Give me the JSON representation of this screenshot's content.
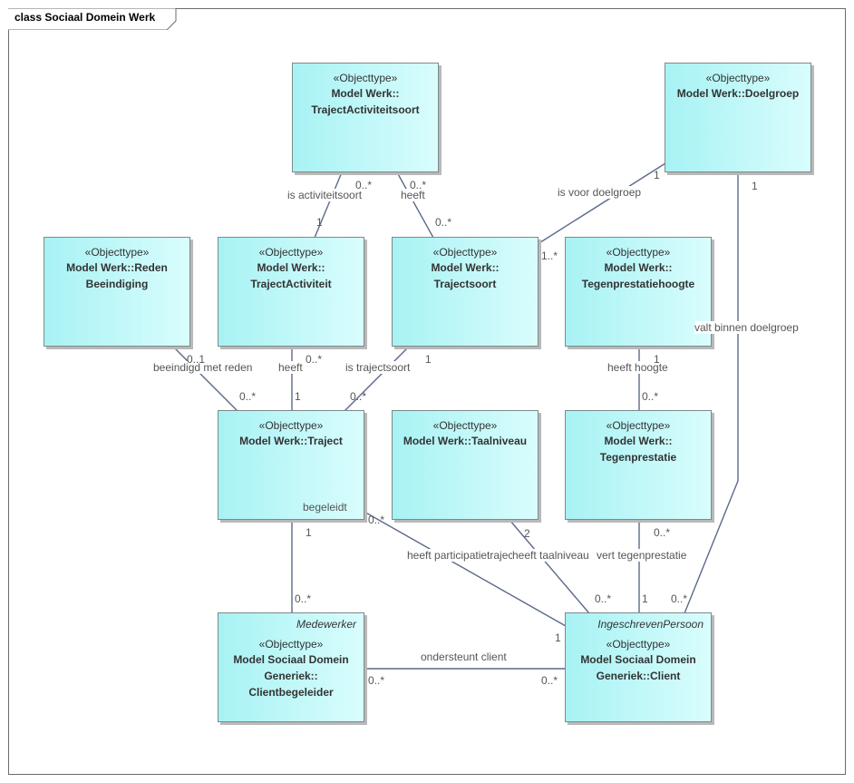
{
  "diagram": {
    "title": "class Sociaal Domein Werk",
    "stereotype": "«Objecttype»",
    "classes": {
      "trajectActiviteitsoort": {
        "name": "Model Werk::\nTrajectActiviteitsoort"
      },
      "doelgroep": {
        "name": "Model Werk::Doelgroep"
      },
      "redenBeeindiging": {
        "name": "Model Werk::Reden\nBeeindiging"
      },
      "trajectActiviteit": {
        "name": "Model Werk::\nTrajectActiviteit"
      },
      "trajectsoort": {
        "name": "Model Werk::\nTrajectsoort"
      },
      "tegenprestatiehoogte": {
        "name": "Model Werk::\nTegenprestatiehoogte"
      },
      "traject": {
        "name": "Model Werk::Traject"
      },
      "taalniveau": {
        "name": "Model Werk::Taalniveau"
      },
      "tegenprestatie": {
        "name": "Model Werk::\nTegenprestatie"
      },
      "clientbegeleider": {
        "abstract": "Medewerker",
        "name": "Model Sociaal Domein\nGeneriek::\nClientbegeleider"
      },
      "client": {
        "abstract": "IngeschrevenPersoon",
        "name": "Model Sociaal Domein\nGeneriek::Client"
      }
    },
    "associations": {
      "isActiviteitsoort": {
        "label": "is activiteitsoort",
        "m1": "0..*",
        "m2": "1"
      },
      "heeftTrajectsoort": {
        "label": "heeft",
        "m1": "0..*",
        "m2": "0..*"
      },
      "isVoorDoelgroep": {
        "label": "is voor doelgroep",
        "m1": "1",
        "m2": "1..*"
      },
      "valtBinnenDoelgroep": {
        "label": "valt binnen doelgroep",
        "m1": "1",
        "m2": "0..*"
      },
      "beeindigdMetReden": {
        "label": "beeindigd met reden",
        "m1": "0..1",
        "m2": "0..*"
      },
      "heeftActiviteit": {
        "label": "heeft",
        "m1": "0..*",
        "m2": "1"
      },
      "isTrajectsoort": {
        "label": "is trajectsoort",
        "m1": "1",
        "m2": "0..*"
      },
      "heeftHoogte": {
        "label": "heeft hoogte",
        "m1": "1",
        "m2": "0..*"
      },
      "begeleidt": {
        "label": "begeleidt",
        "m1": "1",
        "m2": "0..*"
      },
      "heeftParticipatietraject": {
        "label": "heeft participatietraject",
        "m1": "0..*",
        "m2": "1"
      },
      "heeftTaalniveau": {
        "label": "heeft taalniveau",
        "m1": "2",
        "m2": "0..*"
      },
      "vertTegenprestatie": {
        "label": "vert tegenprestatie",
        "m1": "0..*",
        "m2": "1"
      },
      "ondersteuntClient": {
        "label": "ondersteunt client",
        "m1": "0..*",
        "m2": "0..*"
      }
    }
  },
  "colors": {
    "box_fill_left": "#a8f2f4",
    "box_fill_right": "#d9fdfd",
    "border": "#7a8a8a",
    "line": "#5b6a8a",
    "text": "#333333"
  }
}
